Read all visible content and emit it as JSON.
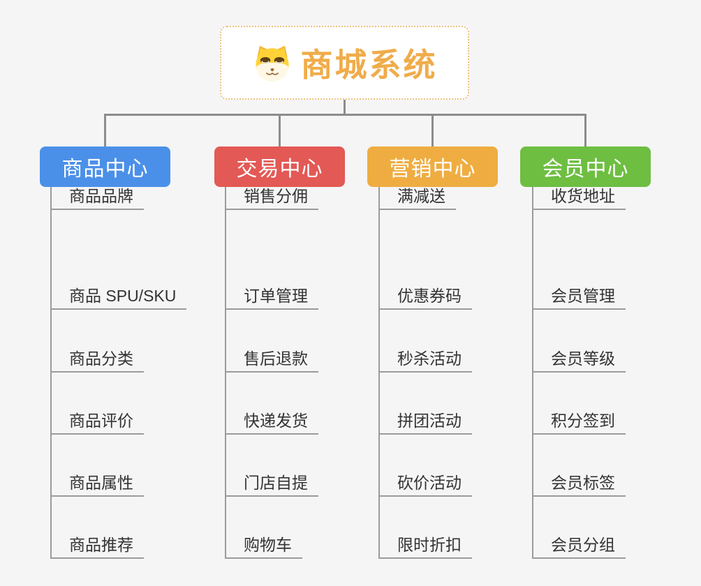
{
  "root": {
    "title": "商城系统",
    "icon": "shiba-dog-icon",
    "title_color": "#f0ac4a",
    "border_color": "#edc27e"
  },
  "colors": {
    "background": "#f5f5f6",
    "connector_line": "#8c8c8c",
    "item_underline": "#9b9b9b",
    "item_text": "#333333",
    "branch_blue": "#4b90e8",
    "branch_red": "#e35955",
    "branch_orange": "#efad41",
    "branch_green": "#6ebe42"
  },
  "branches": [
    {
      "label": "商品中心",
      "color": "#4b90e8",
      "items": [
        "商品 SPU/SKU",
        "商品分类",
        "商品评价",
        "商品属性",
        "商品推荐",
        "商品品牌"
      ]
    },
    {
      "label": "交易中心",
      "color": "#e35955",
      "items": [
        "订单管理",
        "售后退款",
        "快递发货",
        "门店自提",
        "购物车",
        "销售分佣"
      ]
    },
    {
      "label": "营销中心",
      "color": "#efad41",
      "items": [
        "优惠券码",
        "秒杀活动",
        "拼团活动",
        "砍价活动",
        "限时折扣",
        "满减送"
      ]
    },
    {
      "label": "会员中心",
      "color": "#6ebe42",
      "items": [
        "会员管理",
        "会员等级",
        "积分签到",
        "会员标签",
        "会员分组",
        "收货地址"
      ]
    }
  ]
}
